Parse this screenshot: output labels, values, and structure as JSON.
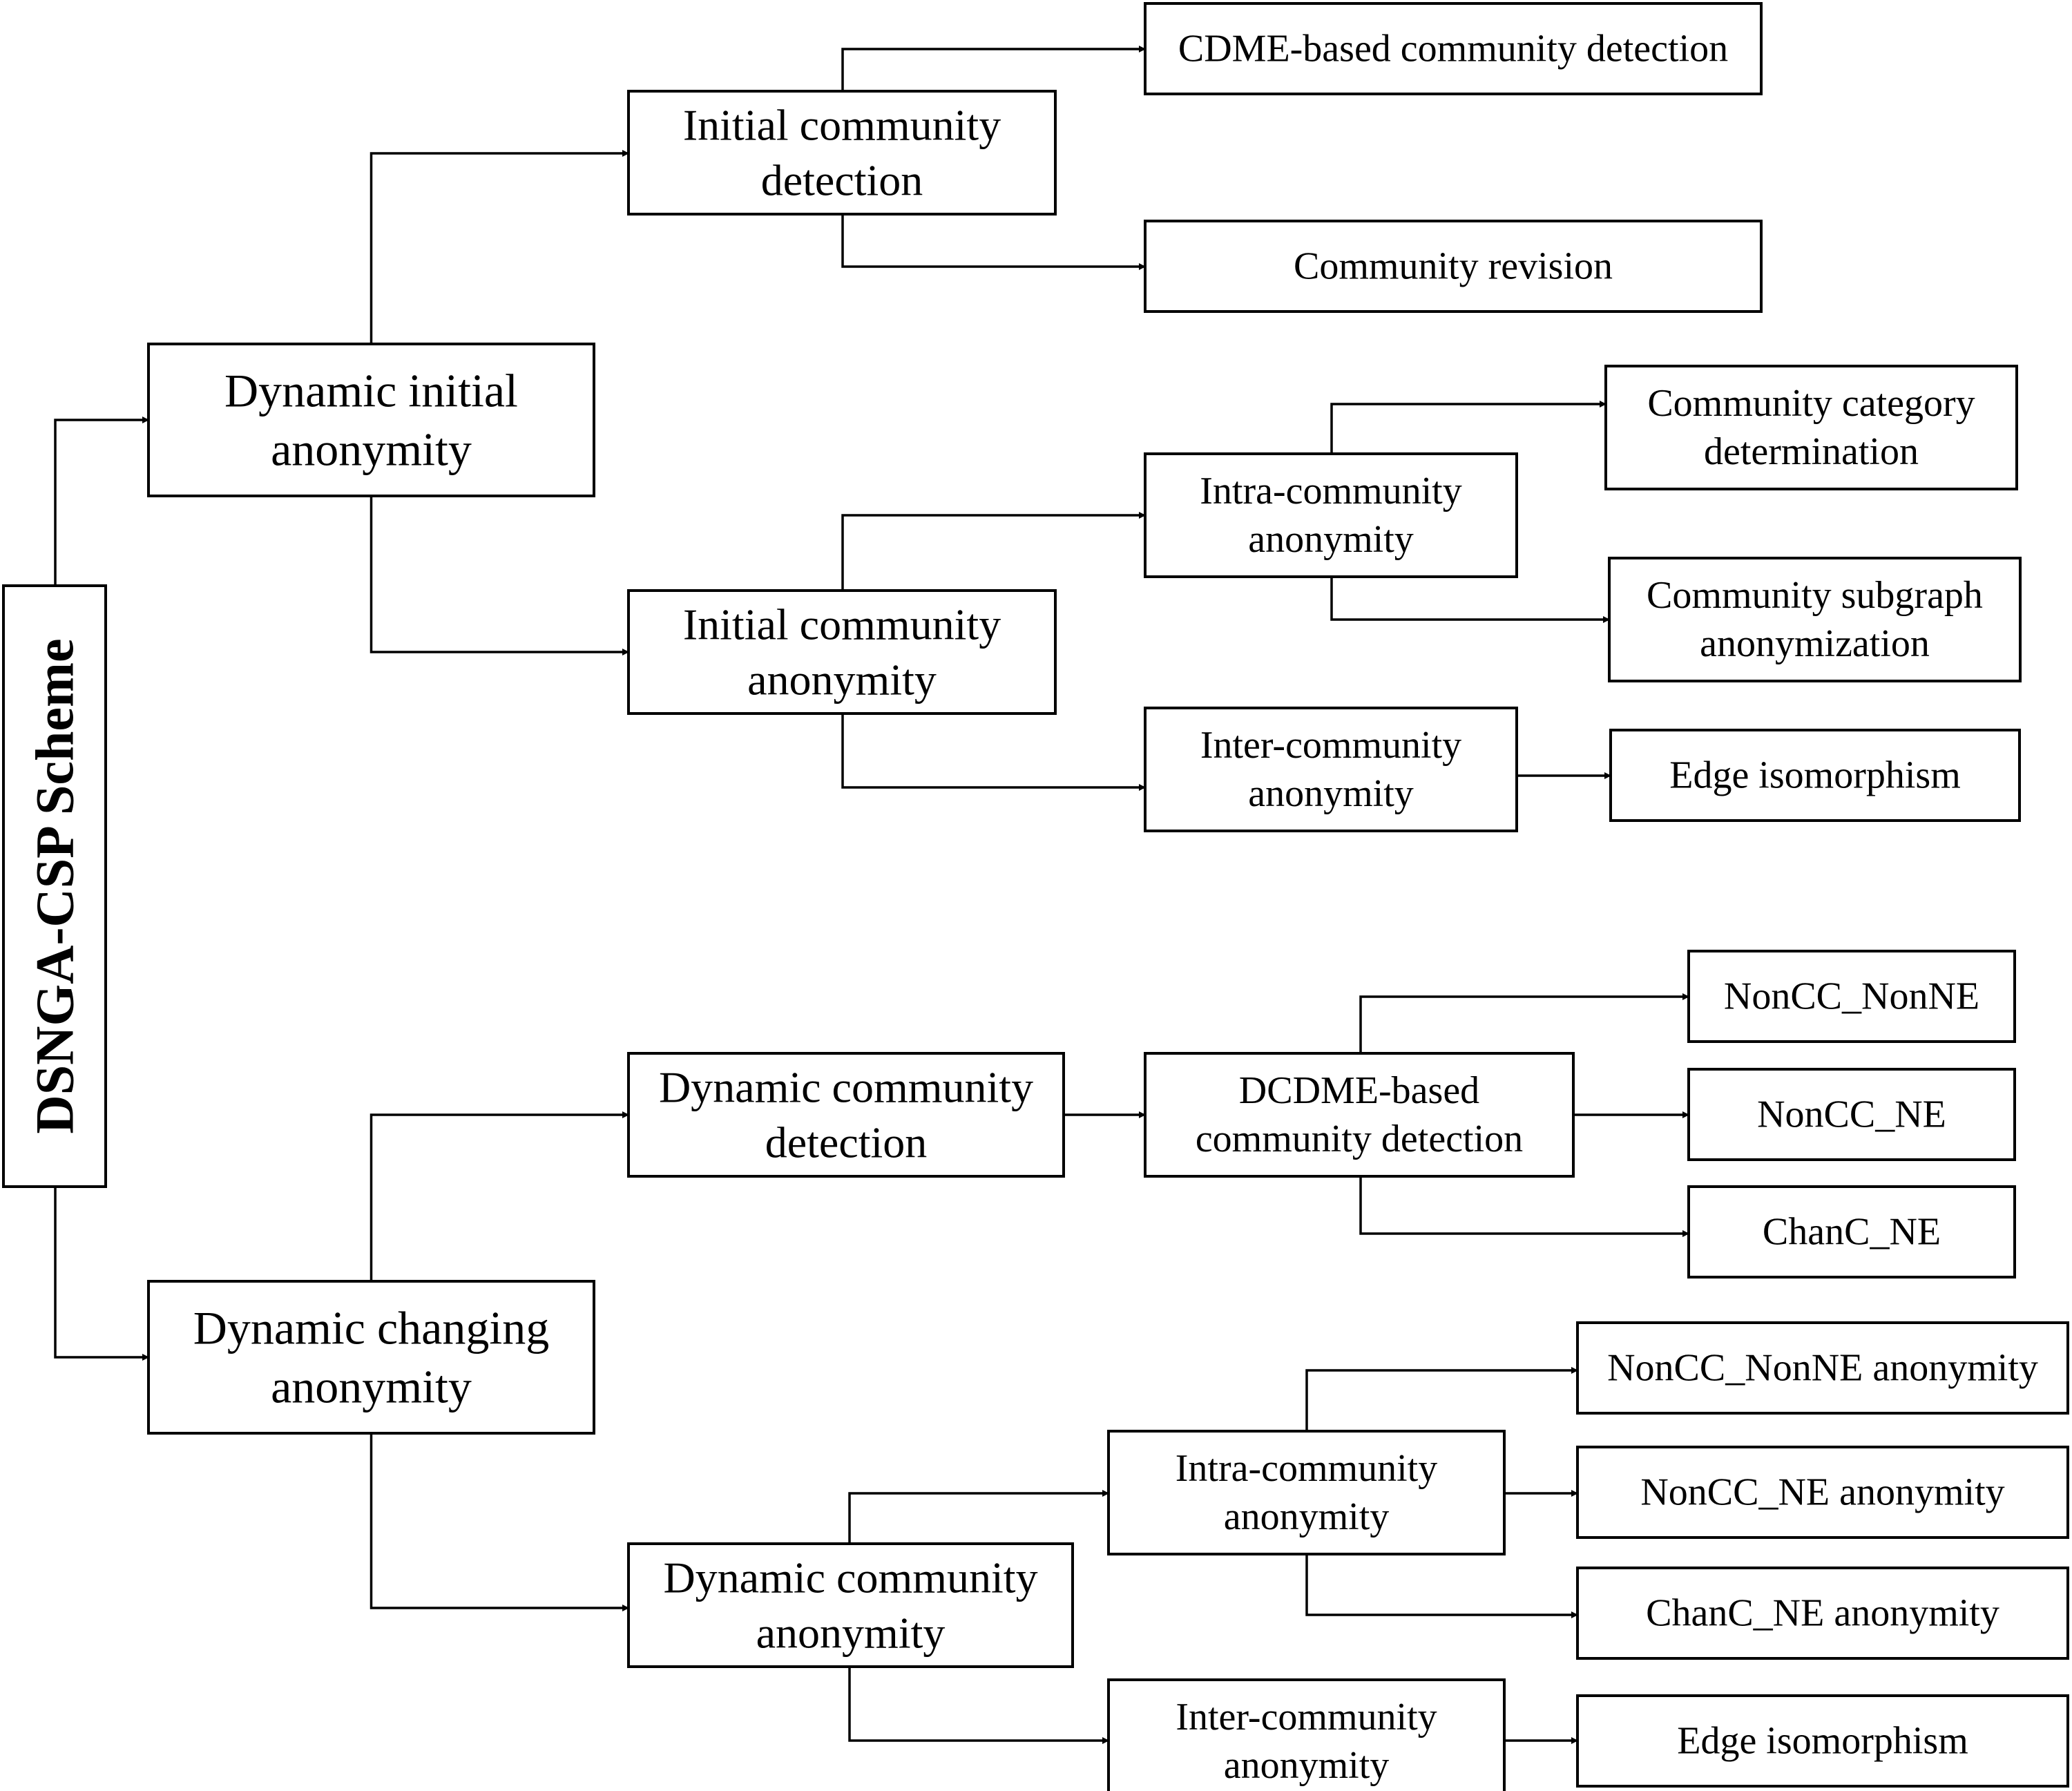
{
  "nodes": [
    {
      "id": "root",
      "lines": [
        "DSNGA-CSP Scheme"
      ]
    },
    {
      "id": "dyn_initial",
      "lines": [
        "Dynamic initial",
        "anonymity"
      ]
    },
    {
      "id": "dyn_changing",
      "lines": [
        "Dynamic changing",
        "anonymity"
      ]
    },
    {
      "id": "init_comm_det",
      "lines": [
        "Initial community",
        "detection"
      ]
    },
    {
      "id": "init_comm_anon",
      "lines": [
        "Initial community",
        "anonymity"
      ]
    },
    {
      "id": "cdme",
      "lines": [
        "CDME-based community detection"
      ]
    },
    {
      "id": "comm_rev",
      "lines": [
        "Community revision"
      ]
    },
    {
      "id": "intra1",
      "lines": [
        "Intra-community",
        "anonymity"
      ]
    },
    {
      "id": "inter1",
      "lines": [
        "Inter-community",
        "anonymity"
      ]
    },
    {
      "id": "cat_det",
      "lines": [
        "Community category",
        "determination"
      ]
    },
    {
      "id": "subgraph",
      "lines": [
        "Community subgraph",
        "anonymization"
      ]
    },
    {
      "id": "edge_iso1",
      "lines": [
        "Edge isomorphism"
      ]
    },
    {
      "id": "dyn_comm_det",
      "lines": [
        "Dynamic community",
        "detection"
      ]
    },
    {
      "id": "dyn_comm_anon",
      "lines": [
        "Dynamic community",
        "anonymity"
      ]
    },
    {
      "id": "dcdme",
      "lines": [
        "DCDME-based",
        "community detection"
      ]
    },
    {
      "id": "noncc_nonne",
      "lines": [
        "NonCC_NonNE"
      ]
    },
    {
      "id": "noncc_ne",
      "lines": [
        "NonCC_NE"
      ]
    },
    {
      "id": "chanc_ne",
      "lines": [
        "ChanC_NE"
      ]
    },
    {
      "id": "intra2",
      "lines": [
        "Intra-community",
        "anonymity"
      ]
    },
    {
      "id": "inter2",
      "lines": [
        "Inter-community",
        "anonymity"
      ]
    },
    {
      "id": "noncc_nonne_anon",
      "lines": [
        "NonCC_NonNE anonymity"
      ]
    },
    {
      "id": "noncc_ne_anon",
      "lines": [
        "NonCC_NE anonymity"
      ]
    },
    {
      "id": "chanc_ne_anon",
      "lines": [
        "ChanC_NE anonymity"
      ]
    },
    {
      "id": "edge_iso2",
      "lines": [
        "Edge isomorphism"
      ]
    }
  ],
  "edges": [
    [
      "root",
      "dyn_initial"
    ],
    [
      "root",
      "dyn_changing"
    ],
    [
      "dyn_initial",
      "init_comm_det"
    ],
    [
      "dyn_initial",
      "init_comm_anon"
    ],
    [
      "init_comm_det",
      "cdme"
    ],
    [
      "init_comm_det",
      "comm_rev"
    ],
    [
      "init_comm_anon",
      "intra1"
    ],
    [
      "init_comm_anon",
      "inter1"
    ],
    [
      "intra1",
      "cat_det"
    ],
    [
      "intra1",
      "subgraph"
    ],
    [
      "inter1",
      "edge_iso1"
    ],
    [
      "dyn_changing",
      "dyn_comm_det"
    ],
    [
      "dyn_changing",
      "dyn_comm_anon"
    ],
    [
      "dyn_comm_det",
      "dcdme"
    ],
    [
      "dcdme",
      "noncc_nonne"
    ],
    [
      "dcdme",
      "noncc_ne"
    ],
    [
      "dcdme",
      "chanc_ne"
    ],
    [
      "dyn_comm_anon",
      "intra2"
    ],
    [
      "dyn_comm_anon",
      "inter2"
    ],
    [
      "intra2",
      "noncc_nonne_anon"
    ],
    [
      "intra2",
      "noncc_ne_anon"
    ],
    [
      "intra2",
      "chanc_ne_anon"
    ],
    [
      "inter2",
      "edge_iso2"
    ]
  ]
}
